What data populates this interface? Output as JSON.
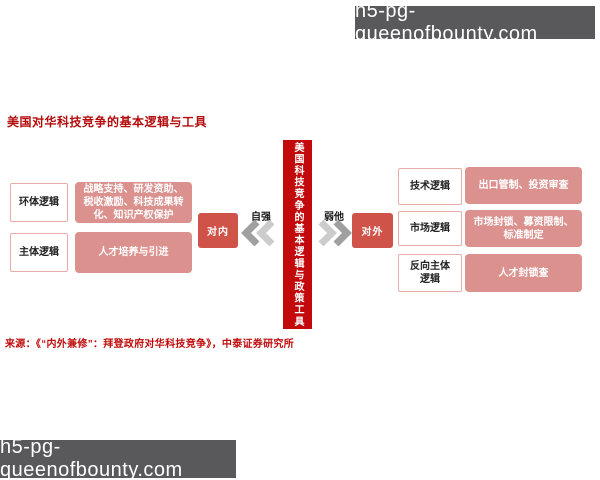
{
  "watermark": {
    "text": "h5-pg-queenofbounty.com"
  },
  "title": "美国对华科技竞争的基本逻辑与工具",
  "center": {
    "bar_text": "美国科技竞争的基本逻辑与政策工具",
    "inner_label": "对内",
    "outer_label": "对外",
    "left_arrow_label": "自强",
    "right_arrow_label": "弱他"
  },
  "left_group": {
    "rows": [
      {
        "label": "环体逻辑",
        "detail": "战略支持、研发资助、税收激励、科技成果转化、知识产权保护"
      },
      {
        "label": "主体逻辑",
        "detail": "人才培养与引进"
      }
    ]
  },
  "right_group": {
    "rows": [
      {
        "label": "技术逻辑",
        "detail": "出口管制、投资审查"
      },
      {
        "label": "市场逻辑",
        "detail": "市场封锁、募资限制、标准制定"
      },
      {
        "label": "反向主体逻辑",
        "detail": "人才封锁查"
      }
    ]
  },
  "source": "来源：《“内外兼修”：拜登政府对华科技竞争》，中泰证券研究所",
  "colors": {
    "accent_red": "#c20a0c",
    "side_box_red": "#cf5349",
    "pink_box": "#db928f",
    "pink_border": "#e6aca8",
    "title_red": "#b40b0b",
    "watermark_bg": "#59595b",
    "chevron_dark": "#a0a0a0",
    "chevron_light": "#cccccc"
  }
}
